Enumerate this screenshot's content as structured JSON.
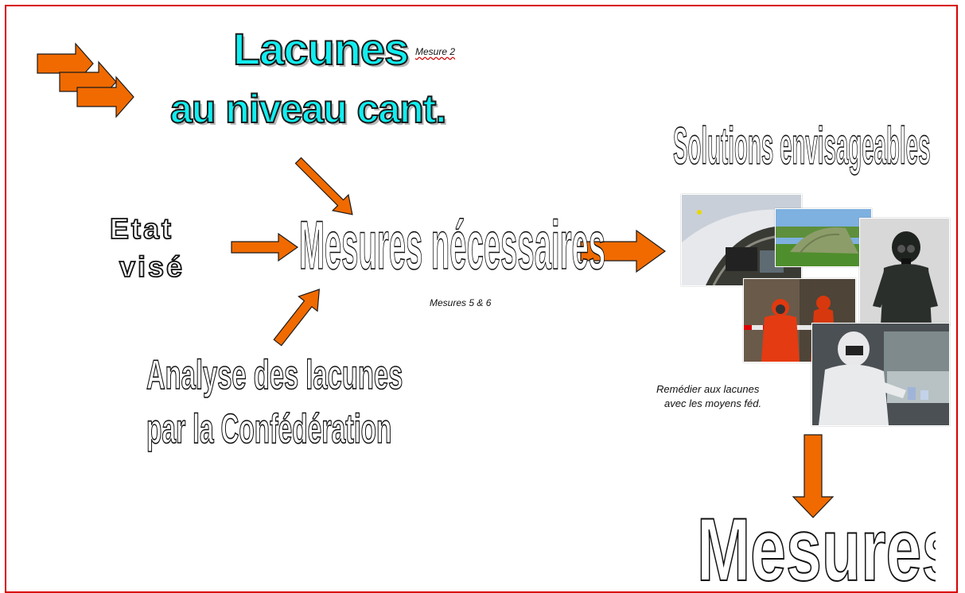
{
  "title": {
    "line1": "Lacunes",
    "line2": "au niveau cant."
  },
  "measure_refs": {
    "mesure2": "Mesure 2",
    "mesures56": "Mesures 5 & 6"
  },
  "state": {
    "line1": "Etat",
    "line2": "visé"
  },
  "center_label": "Mesures nécessaires",
  "analysis": {
    "line1": "Analyse des lacunes",
    "line2": "par la Confédération"
  },
  "solutions_title": "Solutions envisageables",
  "remedy": {
    "line1": "Remédier aux lacunes",
    "line2": "avec les moyens féd."
  },
  "final_label": "Mesures",
  "colors": {
    "arrow": "#f06a00",
    "arrow_outline": "#1a1a1a",
    "title": "#11eef0",
    "frame": "#d80000"
  },
  "photos": [
    {
      "icon": "decontamination-tent-photo"
    },
    {
      "icon": "green-tent-photo"
    },
    {
      "icon": "protective-suit-photo"
    },
    {
      "icon": "red-hazmat-suit-photo"
    },
    {
      "icon": "lab-technician-photo"
    }
  ]
}
